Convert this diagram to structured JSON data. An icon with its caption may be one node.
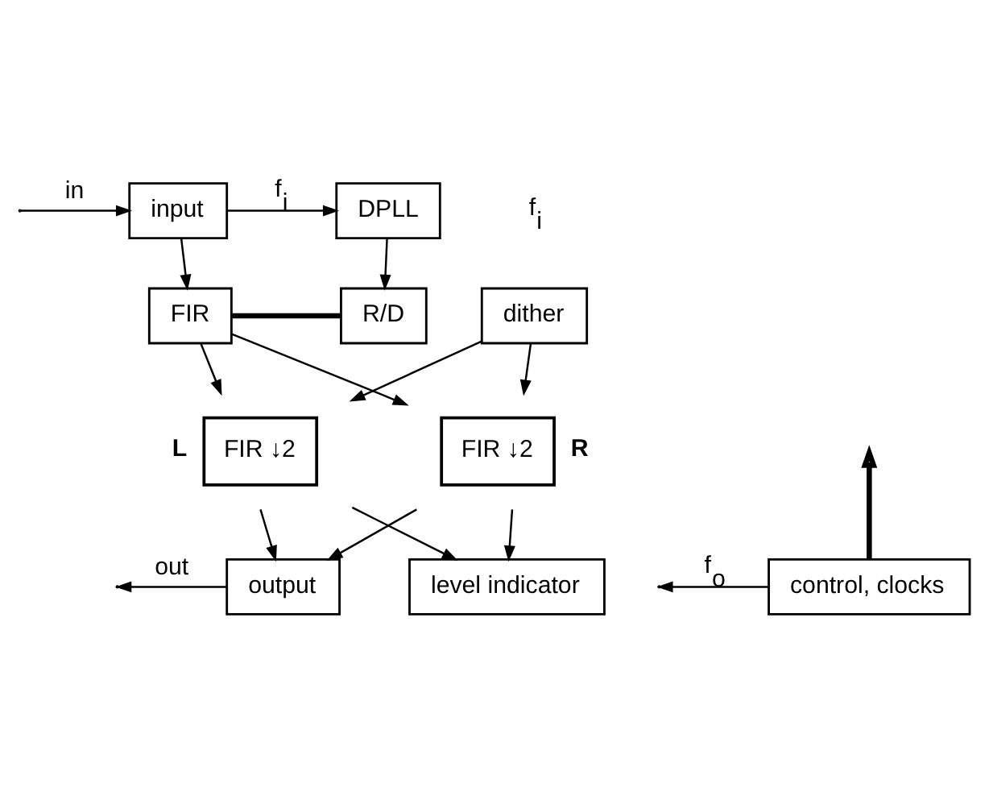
{
  "diagram": {
    "nodes": [
      {
        "text": [
          "input"
        ]
      },
      {
        "text": [
          "DPLL"
        ]
      },
      {
        "text": [
          "FIR"
        ]
      },
      {
        "text": [
          "R/D"
        ]
      },
      {
        "text": [
          "dither"
        ]
      },
      {
        "text": [
          "FIR ↓2"
        ],
        "beside": [
          "L"
        ]
      },
      {
        "text": [
          "FIR ↓2"
        ],
        "beside": [
          "R"
        ]
      },
      {
        "text": [
          "output"
        ]
      },
      {
        "text": [
          "level indicator"
        ]
      },
      {
        "text": [
          "control, clocks"
        ]
      }
    ],
    "edges": [
      {
        "from": null,
        "to": 0,
        "arrow": "to",
        "label": "in"
      },
      {
        "from": 0,
        "to": 1,
        "arrow": "to",
        "label": "f$_{i}$"
      },
      {
        "from": 0,
        "to": 2,
        "arrow": "to"
      },
      {
        "from": 1,
        "to": 3,
        "arrow": "to"
      },
      {
        "from": 2,
        "to": 3,
        "arrow": "none",
        "style": "thick"
      },
      {
        "from": 2,
        "to": 5,
        "arrow": "to"
      },
      {
        "from": 2,
        "to": 6,
        "arrow": "to"
      },
      {
        "from": 4,
        "to": 5,
        "arrow": "to"
      },
      {
        "from": 4,
        "to": 6,
        "arrow": "to"
      },
      {
        "from": 5,
        "to": 7,
        "arrow": "to"
      },
      {
        "from": 5,
        "to": 8,
        "arrow": "to"
      },
      {
        "from": 6,
        "to": 7,
        "arrow": "to"
      },
      {
        "from": 6,
        "to": 8,
        "arrow": "to"
      },
      {
        "from": 7,
        "to": null,
        "arrow": "to",
        "label": "out"
      },
      {
        "from": 9,
        "to": null,
        "arrow": "to",
        "label": "f$_{o}$"
      },
      {
        "from": 9,
        "to": null,
        "arrow": "to",
        "style": "thick"
      }
    ],
    "labels": [
      "f$_{i}$"
    ]
  }
}
